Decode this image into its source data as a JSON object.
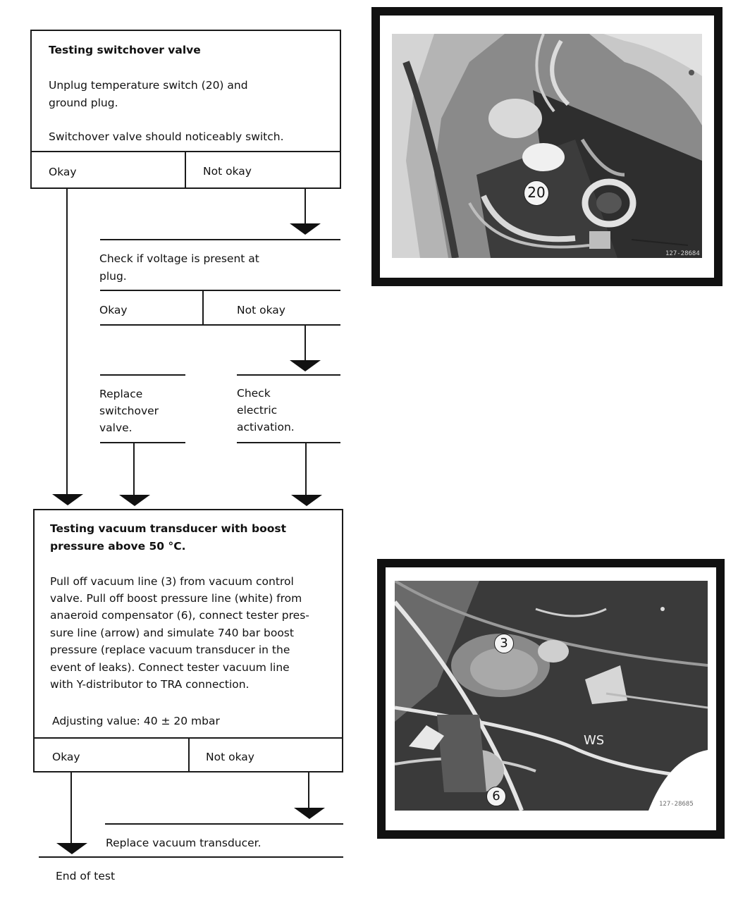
{
  "step1": {
    "title": "Testing switchover valve",
    "line1": "Unplug temperature switch (20) and",
    "line2": "ground plug.",
    "line3": "Switchover valve should noticeably switch.",
    "okay": "Okay",
    "not_okay": "Not okay"
  },
  "step2": {
    "line1": "Check if voltage is present at",
    "line2": "plug.",
    "okay": "Okay",
    "not_okay": "Not okay"
  },
  "step3": {
    "replace_line1": "Replace",
    "replace_line2": "switchover",
    "replace_line3": "valve.",
    "check_line1": "Check",
    "check_line2": "electric",
    "check_line3": "activation."
  },
  "step4": {
    "title_line1": "Testing vacuum transducer with boost",
    "title_line2": "pressure above 50 °C.",
    "body": [
      "Pull off vacuum line (3) from vacuum control",
      "valve. Pull off boost pressure line (white) from",
      "anaeroid compensator (6), connect tester pres-",
      "sure line (arrow) and simulate 740 bar boost",
      "pressure (replace vacuum transducer in the",
      "event of leaks). Connect tester vacuum line",
      "with Y-distributor to TRA connection."
    ],
    "adjusting": "Adjusting value: 40 ± 20 mbar",
    "okay": "Okay",
    "not_okay": "Not okay"
  },
  "step5": {
    "replace": "Replace vacuum transducer.",
    "end": "End of test"
  },
  "photo1": {
    "callout": "20",
    "code": "127-28684"
  },
  "photo2": {
    "callout_3": "3",
    "callout_6": "6",
    "ws": "WS",
    "code": "127-28685"
  }
}
